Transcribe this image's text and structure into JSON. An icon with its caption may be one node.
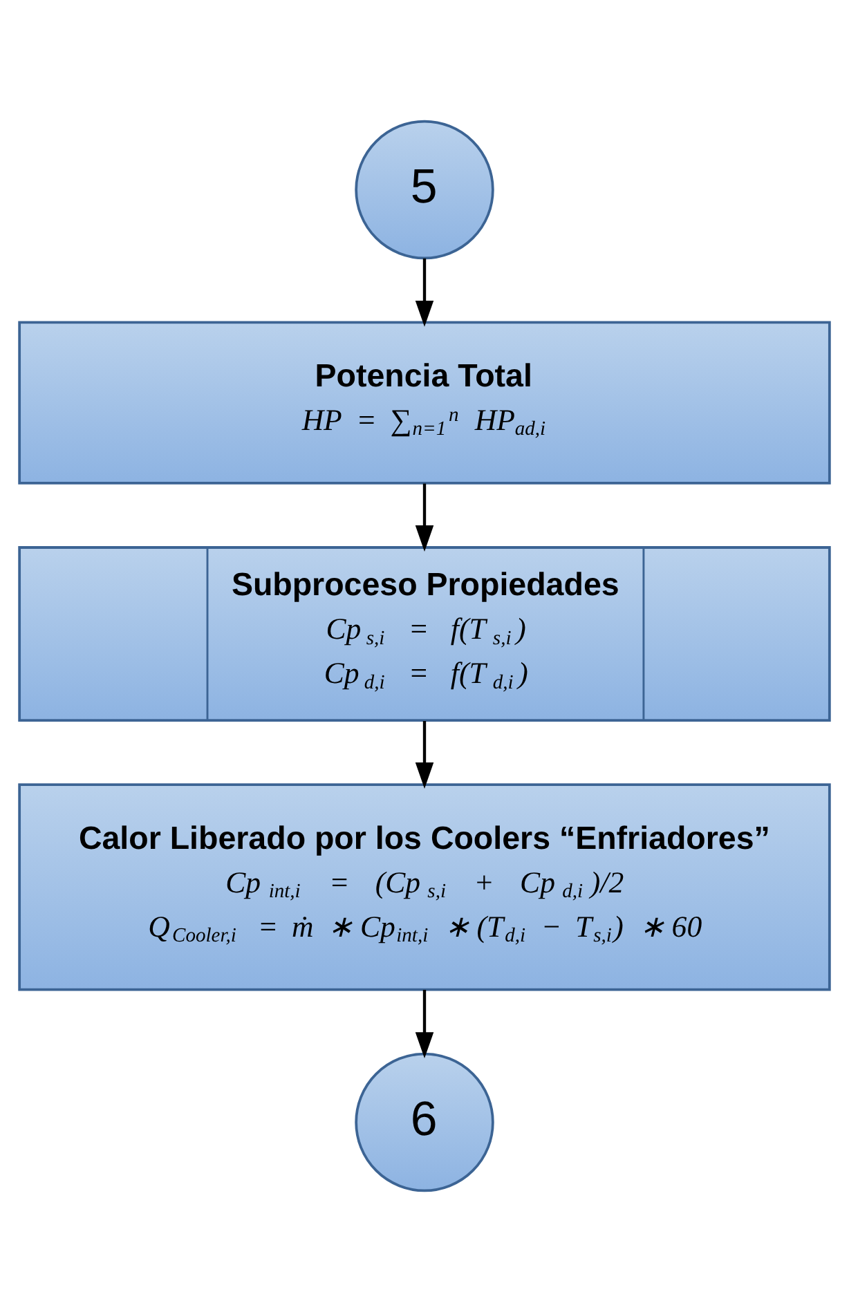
{
  "diagram": {
    "nodes": [
      {
        "text": [
          "5"
        ]
      },
      {
        "text": [
          "Potencia Total",
          "HP = ∑$_{n=1}$$^{n}$ HP$_{ad,i}$"
        ]
      },
      {
        "text": [
          "Subproceso Propiedades",
          "Cp$_{s,i}$ = f(T$_{s,i}$)",
          "Cp$_{d,i}$ = f(T$_{d,i}$)"
        ]
      },
      {
        "text": [
          "Calor Liberado por los Coolers “Enfriadores”",
          "Cp$_{int,i}$ = (Cp$_{s,i}$ + Cp$_{d,i}$)/2",
          "Q$_{Cooler,i}$ = ṁ ∗ Cp$_{int,i}$ ∗ (T$_{d,i}$ − T$_{s,i}$) ∗ 60"
        ]
      },
      {
        "text": [
          "6"
        ]
      }
    ],
    "edges": [
      {
        "from": 0,
        "to": 1,
        "arrow": "to"
      },
      {
        "from": 1,
        "to": 2,
        "arrow": "to"
      },
      {
        "from": 2,
        "to": 3,
        "arrow": "to"
      },
      {
        "from": 3,
        "to": 4,
        "arrow": "to"
      }
    ]
  }
}
